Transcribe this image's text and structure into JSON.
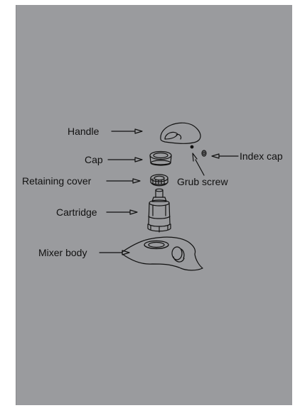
{
  "diagram": {
    "labels": {
      "handle": "Handle",
      "cap": "Cap",
      "retaining_cover": "Retaining cover",
      "cartridge": "Cartridge",
      "mixer_body": "Mixer body",
      "index_cap": "Index cap",
      "grub_screw": "Grub screw"
    },
    "colors": {
      "background": "#9a9b9e",
      "line": "#111111"
    }
  }
}
